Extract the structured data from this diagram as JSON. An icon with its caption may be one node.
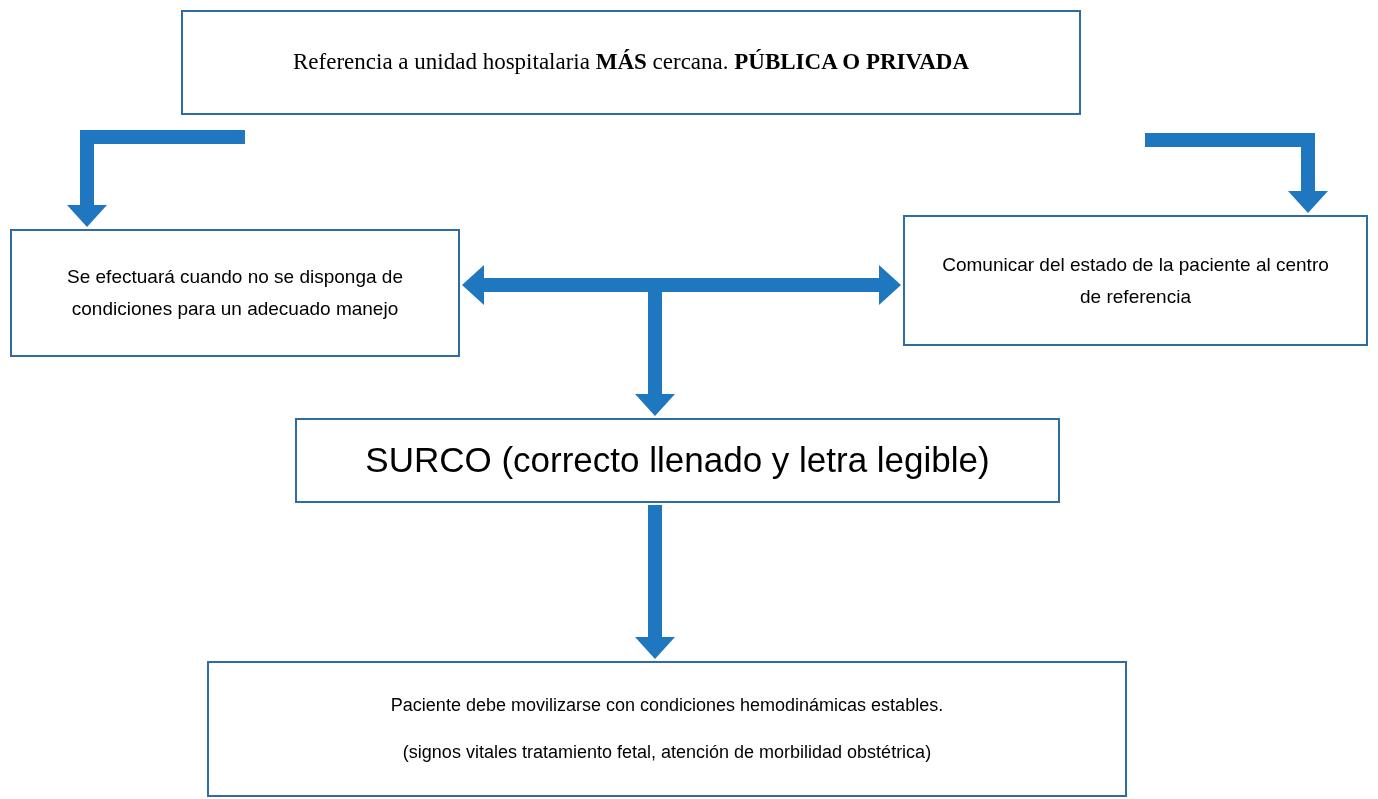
{
  "diagram": {
    "nodes": [
      {
        "text": [
          "Referencia a unidad hospitalaria **MÁS** cercana. **PÚBLICA O PRIVADA**"
        ]
      },
      {
        "text": [
          "Se efectuará cuando no se disponga de condiciones para un adecuado manejo"
        ]
      },
      {
        "text": [
          "Comunicar del estado de la paciente al centro de referencia"
        ]
      },
      {
        "text": [
          "SURCO (correcto llenado y letra legible)"
        ]
      },
      {
        "text": [
          "Paciente debe movilizarse con condiciones hemodinámicas estables.",
          "(signos vitales tratamiento fetal, atención de morbilidad obstétrica)"
        ]
      }
    ],
    "edges": [
      {
        "from": null,
        "to": 1,
        "arrow": "to"
      },
      {
        "from": null,
        "to": 2,
        "arrow": "to"
      },
      {
        "from": 1,
        "to": 2,
        "arrow": "both"
      },
      {
        "from": null,
        "to": 3,
        "arrow": "to"
      },
      {
        "from": 3,
        "to": 4,
        "arrow": "to"
      }
    ]
  }
}
